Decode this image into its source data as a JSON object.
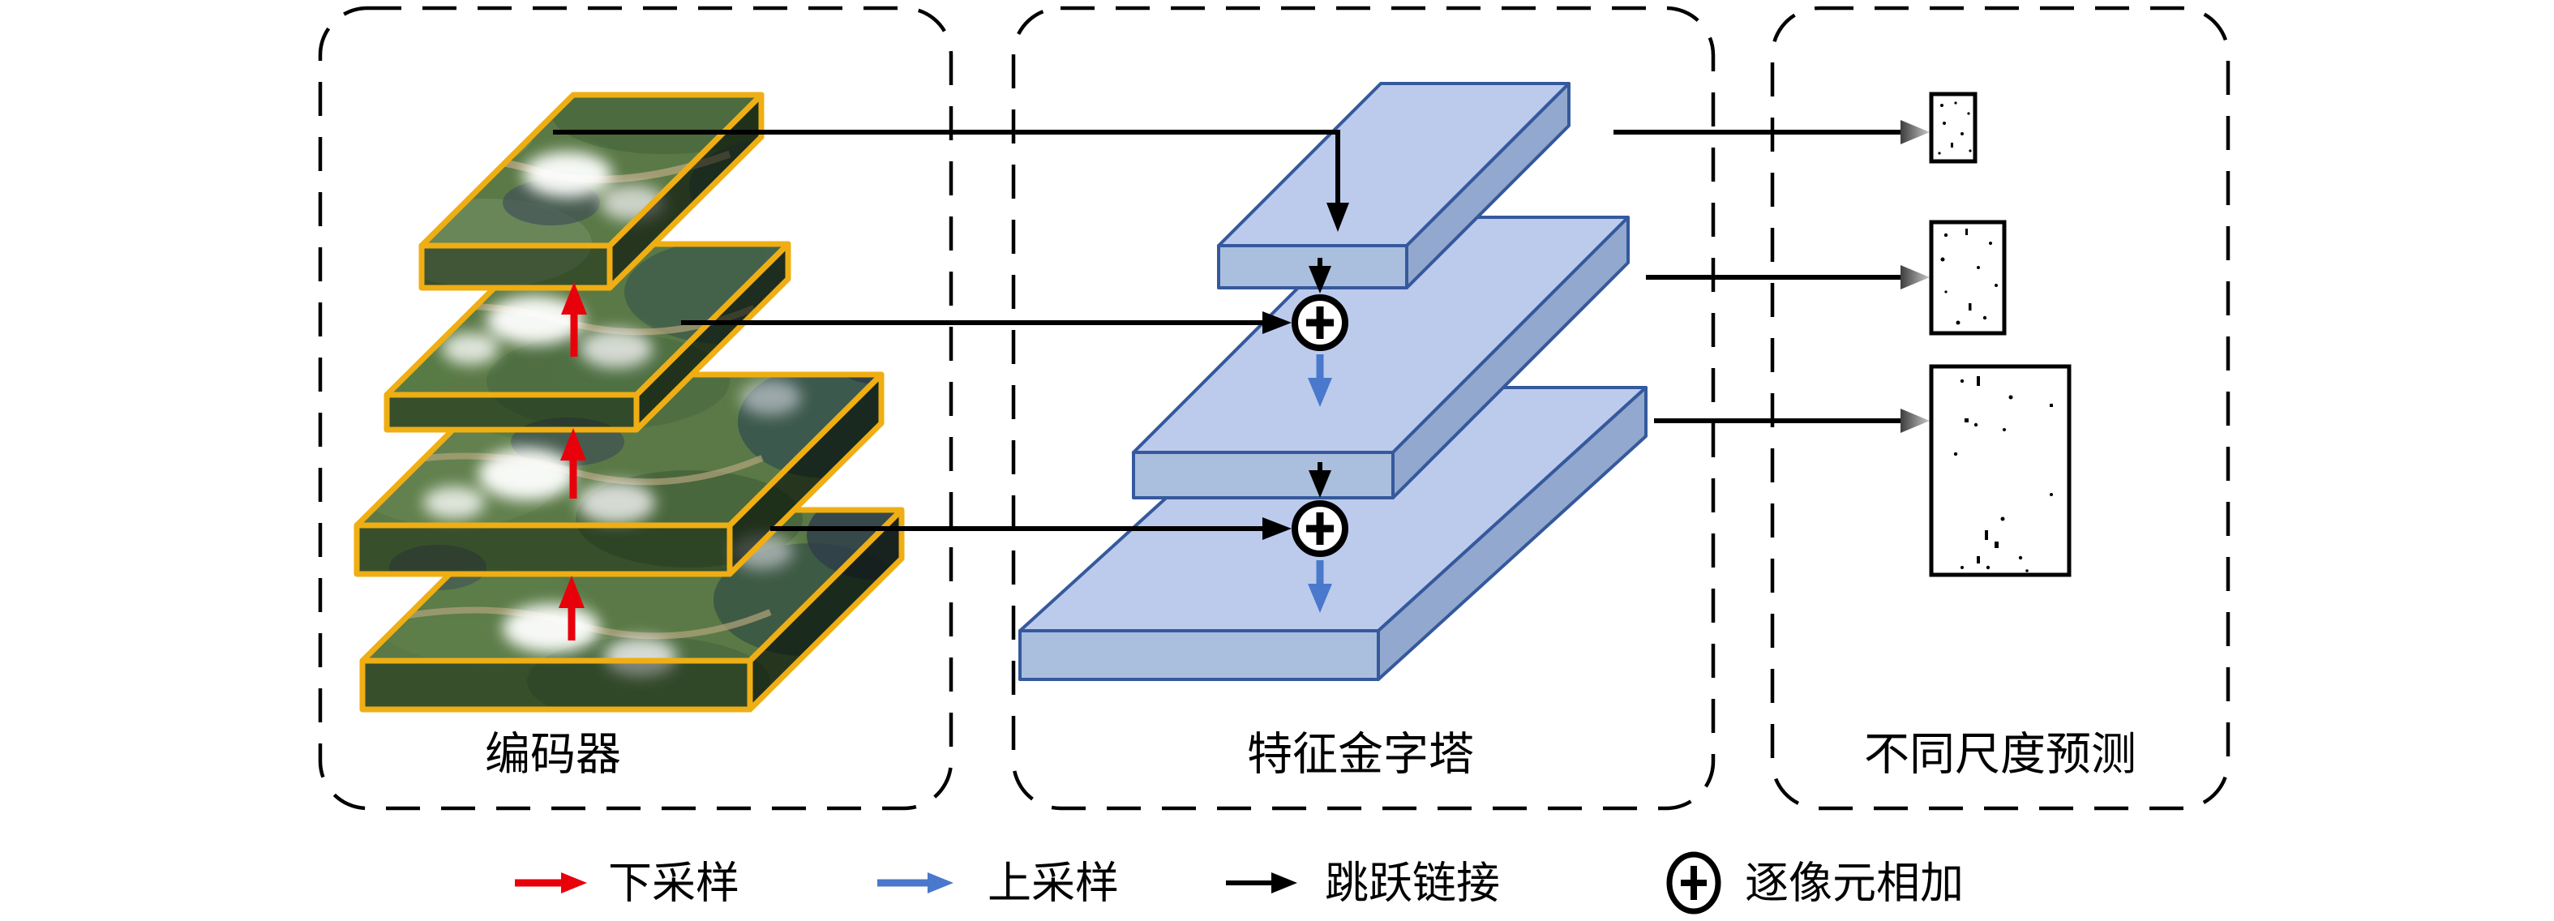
{
  "diagram": {
    "sections": [
      {
        "id": "encoder",
        "label": "编码器",
        "layer_count": 4
      },
      {
        "id": "feature_pyramid",
        "label": "特征金字塔",
        "level_count": 3
      },
      {
        "id": "multiscale_outputs",
        "label": "不同尺度预测",
        "output_count": 3
      }
    ],
    "legend": [
      {
        "icon": "red-arrow-icon",
        "color": "#e8000b",
        "label": "下采样"
      },
      {
        "icon": "blue-arrow-icon",
        "color": "#4a78cc",
        "label": "上采样"
      },
      {
        "icon": "black-arrow-icon",
        "color": "#000000",
        "label": "跳跃链接"
      },
      {
        "icon": "circled-plus-icon",
        "color": "#000000",
        "label": "逐像元相加"
      }
    ],
    "colors": {
      "background": "#ffffff",
      "image_border": "#efae14",
      "pyramid_top": "#bccbec",
      "pyramid_front": "#aabede",
      "pyramid_side": "#93a8cf",
      "pyramid_outline": "#35599c",
      "downsample_arrow": "#e8000b",
      "upsample_arrow": "#4a78cc",
      "connection_line": "#000000"
    }
  }
}
